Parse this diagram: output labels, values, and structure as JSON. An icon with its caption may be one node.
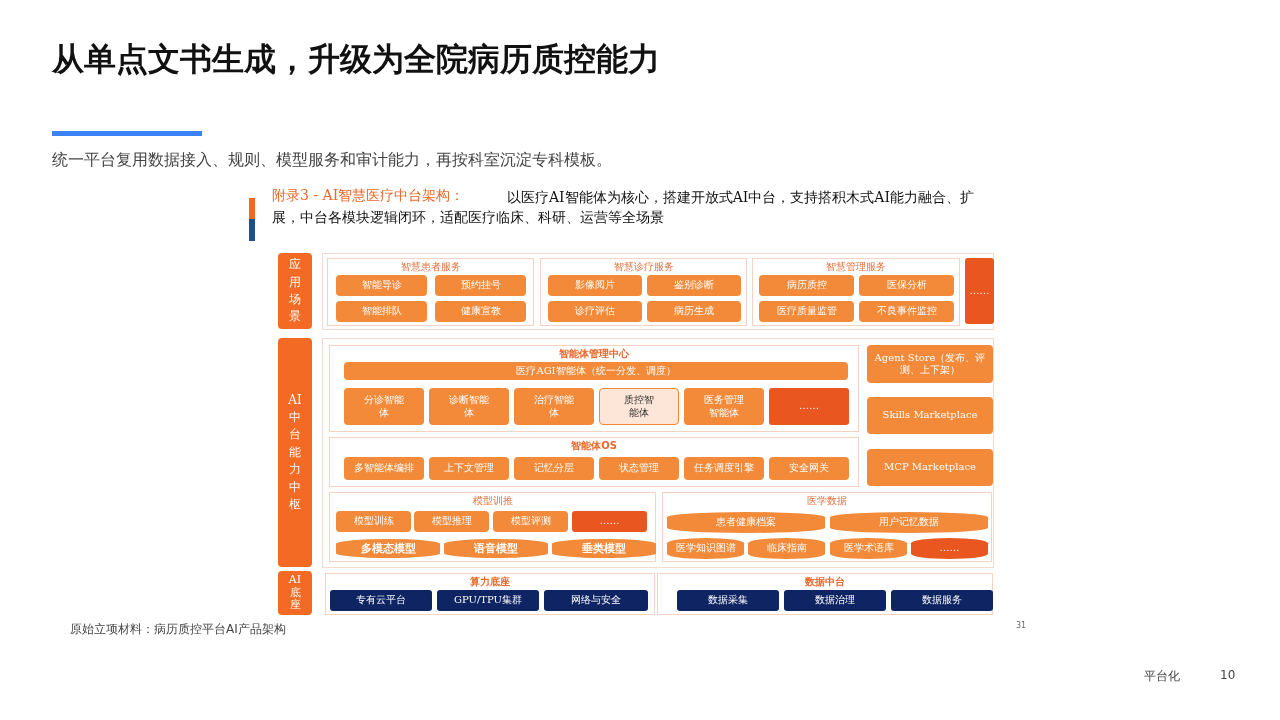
{
  "diagram": {
    "title": "从单点文书生成，升级为全院病历质控能力",
    "nodes": [
      {
        "text": [
          "应用场景"
        ]
      },
      {
        "text": [
          "智慧患者服务"
        ]
      },
      {
        "text": [
          "智能导诊"
        ],
        "in": 1
      },
      {
        "text": [
          "预约挂号"
        ],
        "in": 1
      },
      {
        "text": [
          "智能排队"
        ],
        "in": 1
      },
      {
        "text": [
          "健康宣教"
        ],
        "in": 1
      },
      {
        "text": [
          "智慧诊疗服务"
        ]
      },
      {
        "text": [
          "影像阅片"
        ],
        "in": 6
      },
      {
        "text": [
          "鉴别诊断"
        ],
        "in": 6
      },
      {
        "text": [
          "诊疗评估"
        ],
        "in": 6
      },
      {
        "text": [
          "病历生成"
        ],
        "in": 6
      },
      {
        "text": [
          "智慧管理服务"
        ]
      },
      {
        "text": [
          "病历质控"
        ],
        "in": 11
      },
      {
        "text": [
          "医保分析"
        ],
        "in": 11
      },
      {
        "text": [
          "医疗质量监管"
        ],
        "in": 11
      },
      {
        "text": [
          "不良事件监控"
        ],
        "in": 11
      },
      {
        "text": [
          "……"
        ]
      },
      {
        "text": [
          "AI中台能力中枢"
        ]
      },
      {
        "text": [
          "智能体管理中心"
        ]
      },
      {
        "text": [
          "医疗AGI智能体（统一分发、调度）"
        ],
        "in": 18
      },
      {
        "text": [
          "分诊智能体"
        ],
        "in": 18
      },
      {
        "text": [
          "诊断智能体"
        ],
        "in": 18
      },
      {
        "text": [
          "治疗智能体"
        ],
        "in": 18
      },
      {
        "text": [
          "质控智能体"
        ],
        "in": 18
      },
      {
        "text": [
          "医务管理智能体"
        ],
        "in": 18
      },
      {
        "text": [
          "……"
        ],
        "in": 18
      },
      {
        "text": [
          "智能体OS"
        ]
      },
      {
        "text": [
          "多智能体编排"
        ],
        "in": 26
      },
      {
        "text": [
          "上下文管理"
        ],
        "in": 26
      },
      {
        "text": [
          "记忆分层"
        ],
        "in": 26
      },
      {
        "text": [
          "状态管理"
        ],
        "in": 26
      },
      {
        "text": [
          "任务调度引擎"
        ],
        "in": 26
      },
      {
        "text": [
          "安全网关"
        ],
        "in": 26
      },
      {
        "text": [
          "Agent Store（发布、评测、上下架）"
        ]
      },
      {
        "text": [
          "Skills Marketplace"
        ]
      },
      {
        "text": [
          "MCP Marketplace"
        ]
      },
      {
        "text": [
          "模型训推"
        ]
      },
      {
        "text": [
          "模型训练"
        ],
        "in": 36
      },
      {
        "text": [
          "模型推理"
        ],
        "in": 36
      },
      {
        "text": [
          "模型评测"
        ],
        "in": 36
      },
      {
        "text": [
          "……"
        ],
        "in": 36
      },
      {
        "text": [
          "多模态模型"
        ],
        "in": 36
      },
      {
        "text": [
          "语音模型"
        ],
        "in": 36
      },
      {
        "text": [
          "垂类模型"
        ],
        "in": 36
      },
      {
        "text": [
          "医学数据"
        ]
      },
      {
        "text": [
          "患者健康档案"
        ],
        "in": 44
      },
      {
        "text": [
          "用户记忆数据"
        ],
        "in": 44
      },
      {
        "text": [
          "医学知识图谱"
        ],
        "in": 44
      },
      {
        "text": [
          "临床指南"
        ],
        "in": 44
      },
      {
        "text": [
          "医学术语库"
        ],
        "in": 44
      },
      {
        "text": [
          "……"
        ],
        "in": 44
      },
      {
        "text": [
          "AI底座"
        ]
      },
      {
        "text": [
          "算力底座"
        ]
      },
      {
        "text": [
          "专有云平台"
        ],
        "in": 52
      },
      {
        "text": [
          "GPU/TPU集群"
        ],
        "in": 52
      },
      {
        "text": [
          "网络与安全"
        ],
        "in": 52
      },
      {
        "text": [
          "数据中台"
        ]
      },
      {
        "text": [
          "数据采集"
        ],
        "in": 56
      },
      {
        "text": [
          "数据治理"
        ],
        "in": 56
      },
      {
        "text": [
          "数据服务"
        ],
        "in": 56
      }
    ],
    "labels": [
      "统一平台复用数据接入、规则、模型服务和审计能力，再按科室沉淀专科模板。",
      "附录3 - AI智慧医疗中台架构：",
      "以医疗AI智能体为核心，搭建开放式AI中台，支持搭积木式AI能力融合、扩展，中台各模块逻辑闭环，适配医疗临床、科研、运营等全场景",
      "原始立项材料：病历质控平台AI产品架构",
      "31",
      "平台化",
      "10"
    ]
  }
}
